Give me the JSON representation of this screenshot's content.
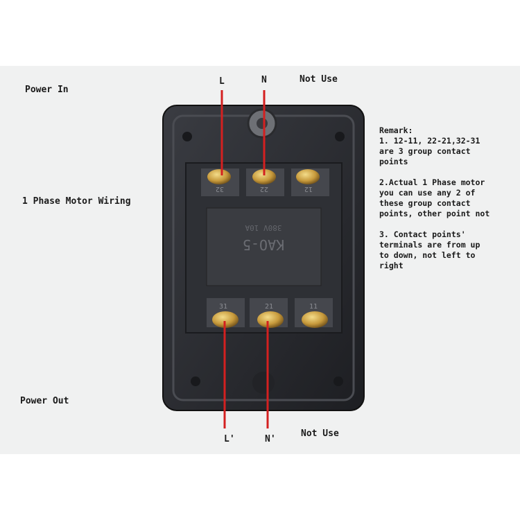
{
  "labels": {
    "power_in": "Power In",
    "power_out": "Power Out",
    "motor_wiring": "1 Phase Motor Wiring",
    "l_top": "L",
    "n_top": "N",
    "not_use_top": "Not Use",
    "l_bottom": "L'",
    "n_bottom": "N'",
    "not_use_bottom": "Not Use"
  },
  "remark": {
    "title": "Remark:",
    "note1_lines": [
      "1. 12-11, 22-21,32-31",
      "are 3 group contact",
      "points"
    ],
    "note2_lines": [
      "2.Actual 1 Phase motor",
      "you can use any 2 of",
      "these group contact",
      "points, other point not"
    ],
    "note3_lines": [
      "3. Contact points'",
      "terminals are from up",
      "to down, not left to",
      "right"
    ]
  },
  "switch": {
    "top_terminals": [
      "32",
      "22",
      "12"
    ],
    "bottom_terminals": [
      "31",
      "21",
      "11"
    ],
    "model": "KAO-5",
    "rating": "380V 10A"
  },
  "colors": {
    "wire": "#d42020",
    "housing": "#2a2c30",
    "terminal": "#c9a24a"
  }
}
